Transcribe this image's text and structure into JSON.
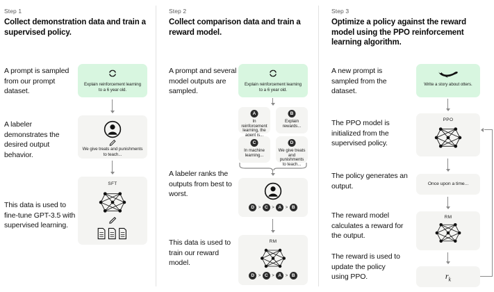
{
  "steps": [
    {
      "label": "Step 1",
      "title": "Collect demonstration data and train a supervised policy.",
      "paragraphs": [
        "A prompt is sampled from our prompt dataset.",
        "A labeler demonstrates the desired output behavior.",
        "This data is used to fine-tune GPT-3.5 with supervised learning."
      ],
      "cards": [
        {
          "kind": "prompt",
          "icon": "circular-arrows-icon",
          "text": "Explain reinforcement learning to a 6 year old."
        },
        {
          "kind": "labeler",
          "icon": "person-icon",
          "sub_icon": "pencil-icon",
          "text": "We give treats and punishments to teach..."
        },
        {
          "kind": "model",
          "icon": "neural-network-icon",
          "title": "SFT",
          "sub_icon": "pencil-icon",
          "extra_icon": "documents-icon"
        }
      ]
    },
    {
      "label": "Step 2",
      "title": "Collect comparison data and train a reward model.",
      "paragraphs": [
        "A prompt and several model outputs are sampled.",
        "A labeler ranks the outputs from best to worst.",
        "This data is used to train our reward model."
      ],
      "cards": [
        {
          "kind": "prompt",
          "icon": "circular-arrows-icon",
          "text": "Explain reinforcement learning to a 6 year old."
        },
        {
          "kind": "option",
          "letter": "A",
          "text": "In reinforcement learning, the agent is..."
        },
        {
          "kind": "option",
          "letter": "B",
          "text": "Explain rewards..."
        },
        {
          "kind": "option",
          "letter": "C",
          "text": "In machine learning..."
        },
        {
          "kind": "option",
          "letter": "D",
          "text": "We give treats and punishments to teach..."
        },
        {
          "kind": "labeler",
          "icon": "person-icon",
          "ranking": [
            "D",
            "C",
            "A",
            "B"
          ]
        },
        {
          "kind": "model",
          "icon": "neural-network-icon",
          "title": "RM",
          "ranking": [
            "D",
            "C",
            "A",
            "B"
          ]
        }
      ]
    },
    {
      "label": "Step 3",
      "title": "Optimize a policy against the reward model using the PPO reinforcement learning algorithm.",
      "paragraphs": [
        "A new prompt is sampled from the dataset.",
        "The PPO model is initialized from the supervised policy.",
        "The policy generates an output.",
        "The reward model calculates a reward for the output.",
        "The reward is used to update the policy using PPO."
      ],
      "cards": [
        {
          "kind": "prompt",
          "icon": "otter-icon",
          "text": "Write a story about otters."
        },
        {
          "kind": "model",
          "icon": "neural-network-icon",
          "title": "PPO"
        },
        {
          "kind": "output",
          "text": "Once upon a time..."
        },
        {
          "kind": "model",
          "icon": "neural-network-icon",
          "title": "RM"
        },
        {
          "kind": "reward",
          "symbol": "r",
          "subscript": "k"
        }
      ]
    }
  ],
  "ranking_separator": ">",
  "colors": {
    "prompt_card": "#d8f6e0",
    "neutral_card": "#f4f4f2",
    "arrow": "#8a8a8a",
    "divider": "#e2e2e2",
    "badge": "#2b2b2b",
    "text": "#111111",
    "muted_text": "#5a5a5a"
  }
}
